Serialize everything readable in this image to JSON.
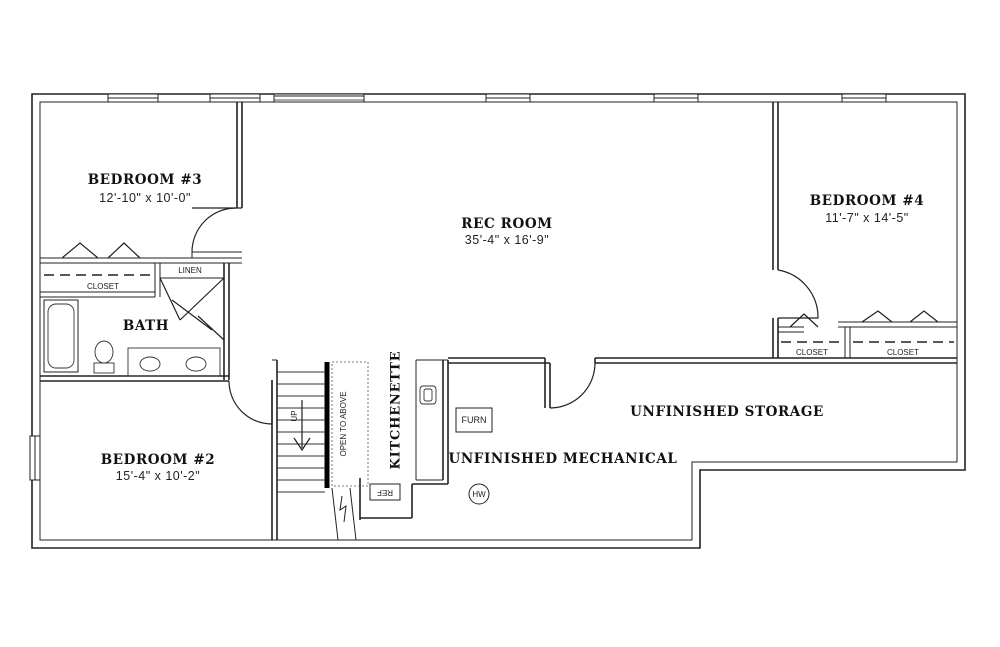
{
  "rooms": {
    "bedroom3": {
      "name": "BEDROOM #3",
      "dim": "12'-10\" x 10'-0\""
    },
    "rec_room": {
      "name": "REC ROOM",
      "dim": "35'-4\" x 16'-9\""
    },
    "bedroom4": {
      "name": "BEDROOM #4",
      "dim": "11'-7\" x 14'-5\""
    },
    "bath": {
      "name": "BATH"
    },
    "bedroom2": {
      "name": "BEDROOM #2",
      "dim": "15'-4\" x 10'-2\""
    },
    "kitchenette": {
      "name": "KITCHENETTE"
    },
    "unfinished_storage": {
      "name": "UNFINISHED STORAGE"
    },
    "unfinished_mechanical": {
      "name": "UNFINISHED MECHANICAL"
    }
  },
  "labels": {
    "closet": "CLOSET",
    "linen": "LINEN",
    "up": "UP",
    "open_to_above": "OPEN TO ABOVE",
    "furn": "FURN",
    "hw": "HW",
    "ref": "REF"
  }
}
